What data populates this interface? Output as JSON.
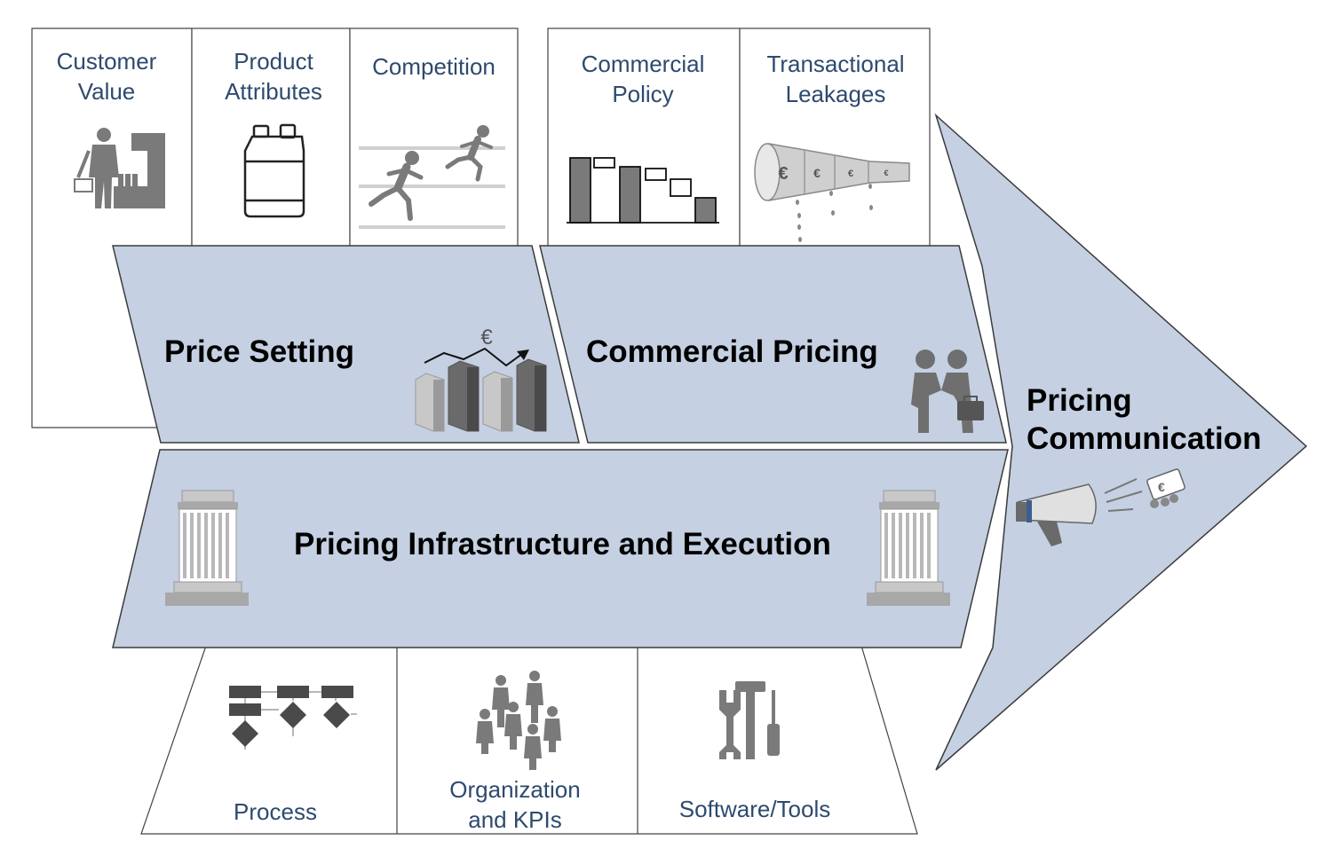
{
  "colors": {
    "panel_fill": "#c5d0e2",
    "panel_stroke": "#3b3b3b",
    "label_text": "#2e4a6e",
    "icon_gray": "#7a7a7a"
  },
  "top_boxes": {
    "customer_value": "Customer\nValue",
    "product_attributes": "Product\nAttributes",
    "competition": "Competition",
    "commercial_policy": "Commercial\nPolicy",
    "transactional_leakages": "Transactional\nLeakages"
  },
  "panels": {
    "price_setting": "Price Setting",
    "commercial_pricing": "Commercial Pricing",
    "infrastructure": "Pricing Infrastructure and Execution",
    "communication": "Pricing\nCommunication"
  },
  "bottom_boxes": {
    "process": "Process",
    "organization": "Organization\nand KPIs",
    "software": "Software/Tools"
  },
  "currency_symbol": "€",
  "icons": {
    "customer_value": "shopper-icon",
    "product_attributes": "canister-icon",
    "competition": "runners-icon",
    "commercial_policy": "waterfall-icon",
    "transactional_leakages": "leaking-pipe-icon",
    "price_setting": "price-trend-icon",
    "commercial_pricing": "handshake-icon",
    "infrastructure": "pillar-icon",
    "communication": "megaphone-icon",
    "process": "flowchart-icon",
    "organization": "people-group-icon",
    "software": "tools-icon"
  }
}
